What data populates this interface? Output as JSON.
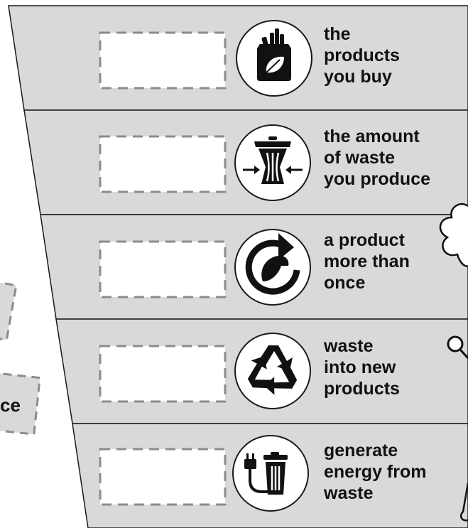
{
  "worksheet": {
    "rows": [
      {
        "icon": "shopping-bag-leaf-icon",
        "lines": [
          "the",
          "products",
          "you buy"
        ]
      },
      {
        "icon": "compress-trash-bin-icon",
        "lines": [
          "the amount",
          "of waste",
          "you produce"
        ]
      },
      {
        "icon": "reuse-cycle-icon",
        "lines": [
          "a product",
          "more than",
          "once"
        ]
      },
      {
        "icon": "recycle-icon",
        "lines": [
          "waste",
          "into new",
          "products"
        ]
      },
      {
        "icon": "plug-trash-bin-icon",
        "lines": [
          "generate",
          "energy from",
          "waste"
        ]
      }
    ],
    "loose_card_text": "ce"
  },
  "colors": {
    "band": "#d9d9d9",
    "stroke": "#1a1a1a",
    "dash": "#8c8c8c",
    "white": "#ffffff"
  }
}
